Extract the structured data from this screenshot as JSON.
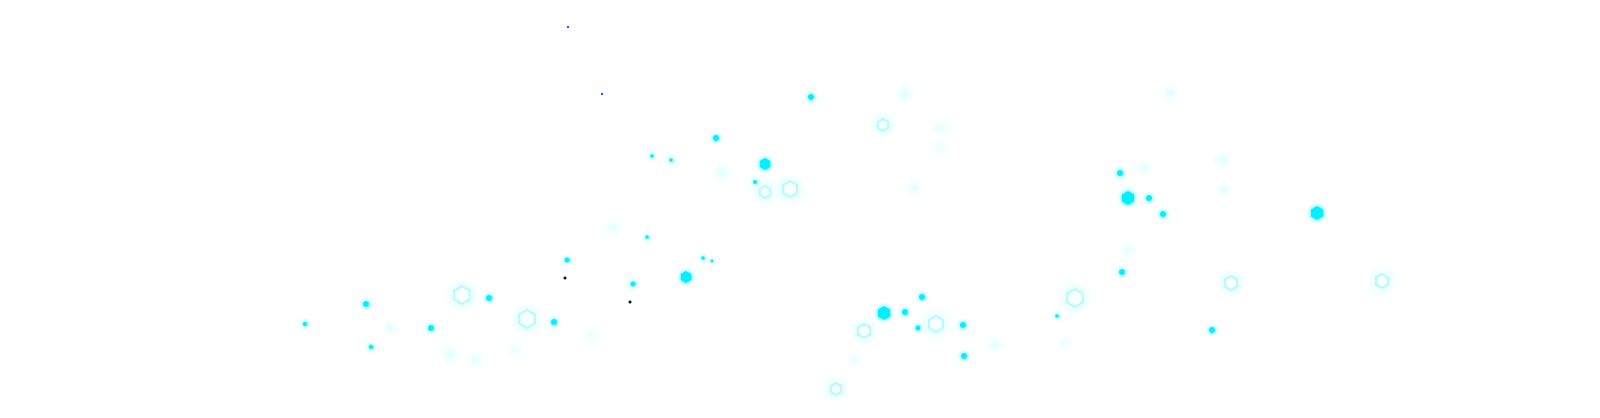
{
  "scene": {
    "background_color": "#ffffff",
    "palette": {
      "primary": "#00f0ff",
      "glow": "#b8fbff",
      "faint": "#e6feff",
      "blue": "#1060ff",
      "dark": "#0a1830"
    },
    "particle_kinds": [
      "hexagon-filled",
      "hexagon-ring",
      "dot",
      "faint-blob"
    ]
  }
}
